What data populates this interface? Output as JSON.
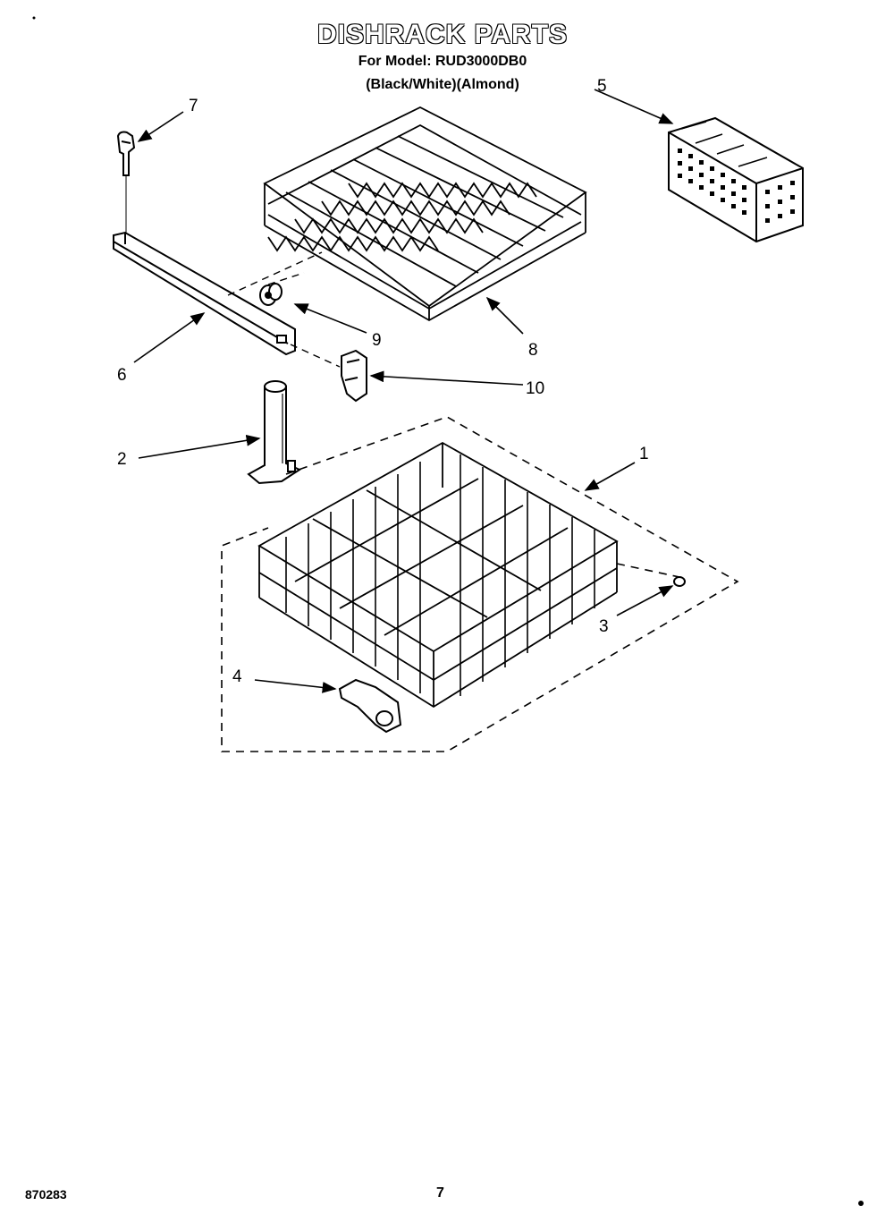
{
  "header": {
    "title": "DISHRACK PARTS",
    "model_line": "For Model: RUD3000DB0",
    "colors_line": "(Black/White)(Almond)"
  },
  "callouts": [
    {
      "id": "c1",
      "label": "1"
    },
    {
      "id": "c2",
      "label": "2"
    },
    {
      "id": "c3",
      "label": "3"
    },
    {
      "id": "c4",
      "label": "4"
    },
    {
      "id": "c5",
      "label": "5"
    },
    {
      "id": "c6",
      "label": "6"
    },
    {
      "id": "c7",
      "label": "7"
    },
    {
      "id": "c8",
      "label": "8"
    },
    {
      "id": "c9",
      "label": "9"
    },
    {
      "id": "c10",
      "label": "10"
    }
  ],
  "footer": {
    "doc_number": "870283",
    "page_number": "7"
  }
}
